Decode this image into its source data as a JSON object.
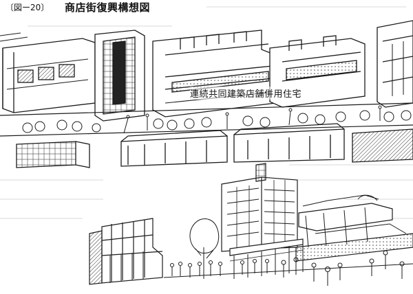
{
  "figure": {
    "label": "〔図ー20〕",
    "title": "商店街復興構想図"
  },
  "plan": {
    "caption": "連続共同建築店舗併用住宅"
  },
  "colors": {
    "ink": "#1a1a1a",
    "paper": "#ffffff",
    "shade": "#8a8a8a"
  }
}
